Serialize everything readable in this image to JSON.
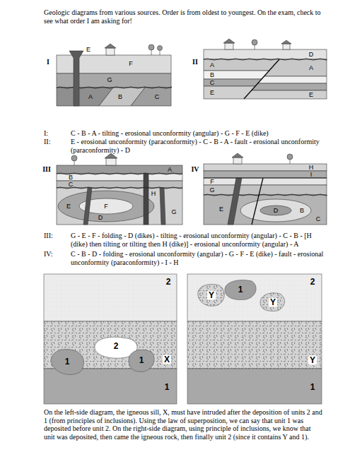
{
  "diagram": {
    "labels": [
      "Geologic diagrams from various sources. Order is from oldest to youngest. On the exam, check to see what order I am asking for!",
      "I",
      "E",
      "F",
      "G",
      "A",
      "B",
      "C",
      "II",
      "D",
      "A",
      "A",
      "B",
      "C",
      "E",
      "E",
      "I:",
      "C - B - A - tilting - erosional unconformity (angular) - G - F - E (dike)",
      "II:",
      "E - erosional unconformity (paraconformity) - C - B - A - fault - erosional unconformity (paraconformity) - D",
      "III",
      "A",
      "H",
      "B",
      "C",
      "G",
      "E",
      "F",
      "D",
      "IV",
      "H",
      "I",
      "F",
      "G",
      "E",
      "D",
      "B",
      "C",
      "III:",
      "G - E - F - folding - D (dikes) - tilting - erosional unconformity (angular) - C - B - [H (dike) then tilting or tilting then H (dike)] - erosional unconformity (angular) - A",
      "IV:",
      "C - B - D - folding - erosional unconformity (angular) - G - F - E (dike) - fault - erosional unconformity (paraconformity) - I - H",
      "2",
      "1",
      "2",
      "1",
      "X",
      "1",
      "Y",
      "1",
      "Y",
      "2",
      "Y",
      "1",
      "On the left-side diagram, the igneous sill, X, must have intruded after the deposition of units 2 and 1 (from principles of inclusions). Using the law of superposition, we can say that unit 1 was deposited before unit 2. On the right-side diagram, using principle of inclusions, we know that unit was deposited, then came the igneous rock, then finally unit 2 (since it contains Y and 1)."
    ]
  }
}
